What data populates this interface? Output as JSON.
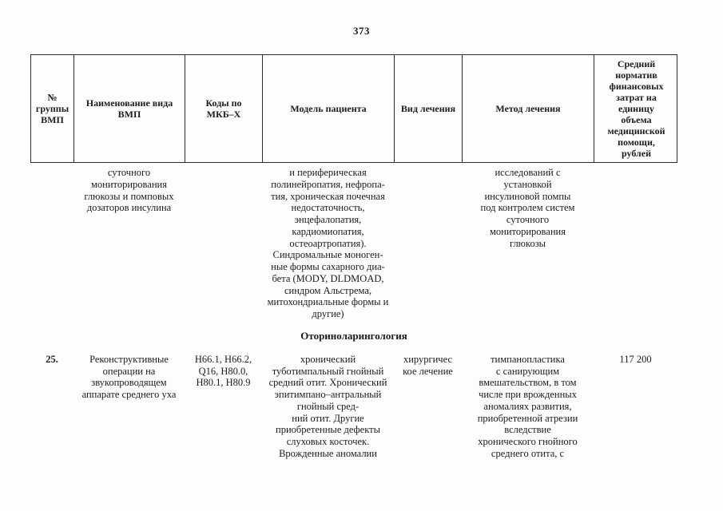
{
  "page": {
    "number": "373"
  },
  "table": {
    "headers": [
      "№\nгруппы\nВМП",
      "Наименование вида\nВМП",
      "Коды по\nМКБ–Х",
      "Модель пациента",
      "Вид лечения",
      "Метод лечения",
      "Средний\nнорматив\nфинансовых\nзатрат на\nединицу\nобъема\nмедицинской\nпомощи,\nрублей"
    ],
    "rows": [
      {
        "cells": [
          "",
          "суточного\nмониторирования\nглюкозы и помповых\nдозаторов инсулина",
          "",
          "и периферическая\nполинейропатия, нефропа-\nтия, хроническая почечная\nнедостаточность,\nэнцефалопатия,\nкардиомиопатия,\nостеоартропатия).\nСиндромальные моноген-\nные формы сахарного диа-\nбета (MODY, DLDMOAD,\nсиндром Альстрема,\nмитохондриальные формы и\nдругие)",
          "",
          "исследований с\nустановкой\nинсулиновой помпы\nпод контролем систем\nсуточного\nмониторирования\nглюкозы",
          ""
        ]
      },
      {
        "cells": [
          "25.",
          "Реконструктивные\nоперации на\nзвукопроводящем\nаппарате среднего уха",
          "H66.1, H66.2,\nQ16, H80.0,\nH80.1, H80.9",
          "хронический\nтуботимпальный гнойный\nсредний отит. Хронический\nэпитимпано–антральный\nгнойный сред-\nний отит. Другие\nприобретенные дефекты\nслуховых косточек.\nВрожденные аномалии",
          "хирургичес\nкое лечение",
          "тимпанопластика\nс санирующим\nвмешательством, в том\nчисле при врожденных\nаномалиях развития,\nприобретенной атрезии\nвследствие\nхронического гнойного\nсреднего отита, с",
          "117 200"
        ]
      }
    ],
    "section_header": "Оториноларингология"
  }
}
